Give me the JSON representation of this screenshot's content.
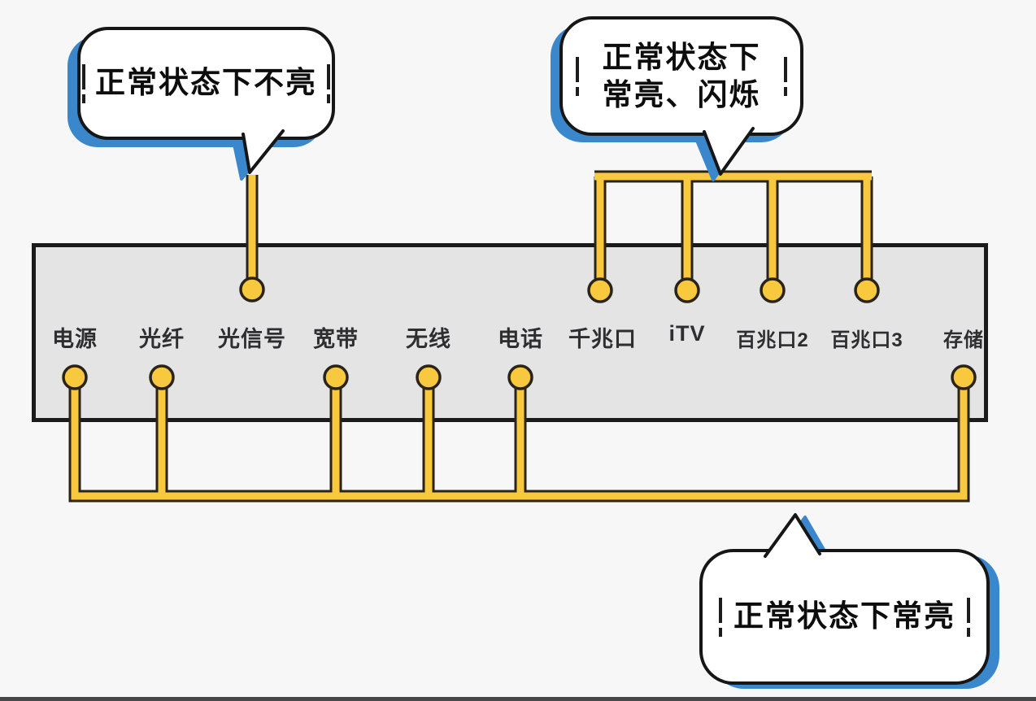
{
  "panel": {
    "labels": [
      "电源",
      "光纤",
      "光信号",
      "宽带",
      "无线",
      "电话",
      "千兆口",
      "iTV",
      "百兆口2",
      "百兆口3",
      "存储"
    ]
  },
  "bubbles": {
    "top_left": {
      "text": "正常状态下不亮"
    },
    "top_right": {
      "line1": "正常状态下",
      "line2": "常亮、闪烁"
    },
    "bottom": {
      "text": "正常状态下常亮"
    }
  },
  "colors": {
    "background": "#F7F7F8",
    "panel_fill": "#E4E4E5",
    "panel_border": "#1B1B1B",
    "connector_yellow": "#F8C93E",
    "connector_outline": "#2A2318",
    "bubble_fill": "#FFFFFF",
    "bubble_border": "#161616",
    "bubble_shadow_blue": "#3B87CB",
    "label_text": "#2E2E30"
  }
}
